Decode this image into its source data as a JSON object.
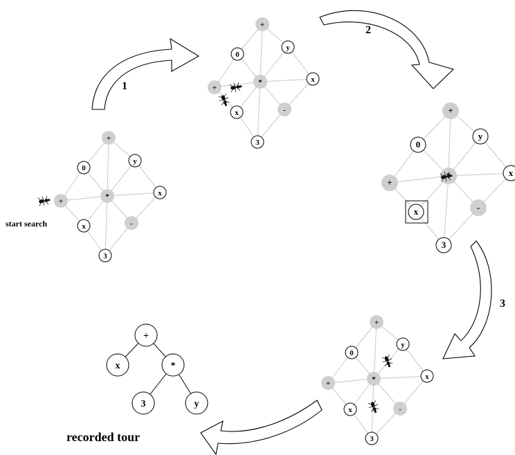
{
  "graph_labels": {
    "top": "+",
    "zero": "0",
    "y": "y",
    "left": "+",
    "center": "*",
    "x_right": "x",
    "x_low": "x",
    "minus": "-",
    "three": "3"
  },
  "steps": [
    "1",
    "2",
    "3"
  ],
  "start_label": "start search",
  "caption": "recorded tour",
  "tour_tree": {
    "root": "+",
    "left": "x",
    "mid": "*",
    "leaf_left": "3",
    "leaf_right": "y"
  }
}
